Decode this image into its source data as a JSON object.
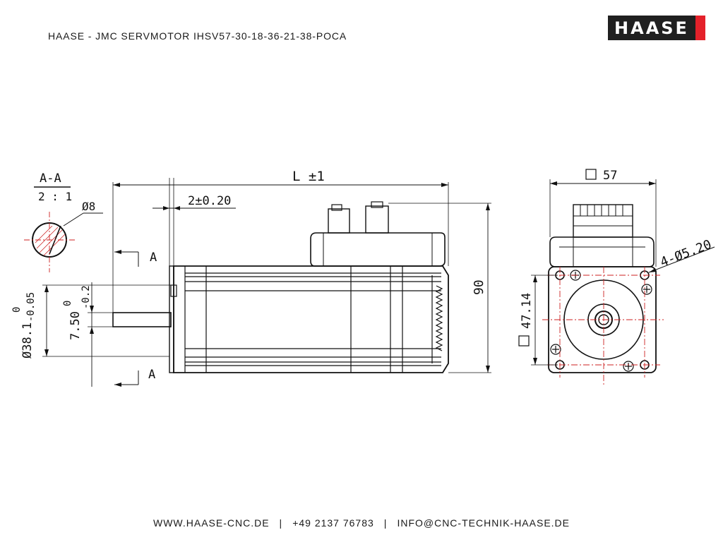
{
  "header": {
    "title": "HAASE - JMC SERVMOTOR IHSV57-30-18-36-21-38-POCA",
    "logo_text": "HAASE"
  },
  "colors": {
    "logo_bg": "#202020",
    "logo_accent": "#e4212a",
    "centerline": "#cc2222",
    "line": "#111111"
  },
  "drawing": {
    "section_label": "A-A",
    "section_scale": "2 : 1",
    "shaft_dia_section": "Ø8",
    "length_label": "L ±1",
    "flange_thickness": "2±0.20",
    "height_label": "90",
    "pilot_dia": "Ø38.1",
    "pilot_tol_upper": "0",
    "pilot_tol_lower": "-0.05",
    "key_value": "7.50",
    "key_tol_upper": "0",
    "key_tol_lower": "-0.2",
    "section_marker": "A",
    "flange_square": "57",
    "hole_spacing": "47.14",
    "mount_holes": "4-Ø5.20"
  },
  "footer": {
    "website": "WWW.HAASE-CNC.DE",
    "phone": "+49 2137 76783",
    "email": "INFO@CNC-TECHNIK-HAASE.DE",
    "separator": "|"
  }
}
